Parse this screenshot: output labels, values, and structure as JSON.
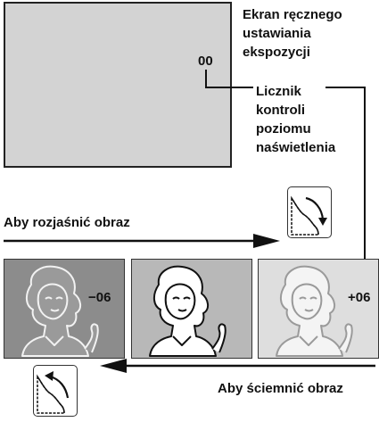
{
  "screen": {
    "counter_value": "00",
    "title_lines": [
      "Ekran ręcznego",
      "ustawiania",
      "ekspozycji"
    ]
  },
  "callout": {
    "lines": [
      "Licznik",
      "kontroli",
      "poziomu",
      "naświetlenia"
    ]
  },
  "brighten": {
    "label": "Aby rozjaśnić obraz"
  },
  "darken": {
    "label": "Aby ściemnić obraz"
  },
  "frames": [
    {
      "value": "−06",
      "background": "#8c8c8c"
    },
    {
      "value": "",
      "background": "#b8b8b8"
    },
    {
      "value": "+06",
      "background": "#dedede"
    }
  ],
  "icons": {
    "dial_clockwise": "dial-rotate-clockwise-icon",
    "dial_counterclockwise": "dial-rotate-counterclockwise-icon",
    "figure": "woman-portrait-icon"
  }
}
